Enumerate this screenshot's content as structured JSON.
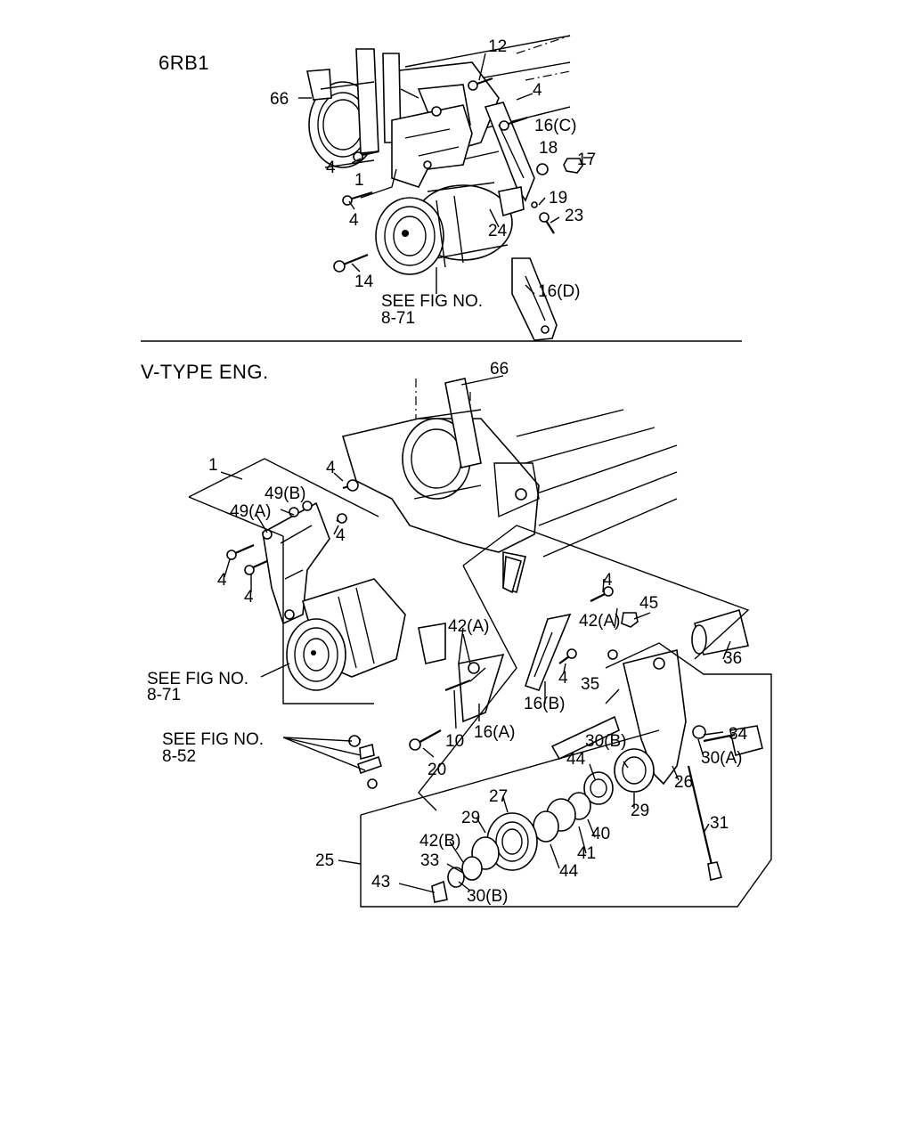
{
  "sections": {
    "top_title": "6RB1",
    "bottom_title": "V-TYPE ENG."
  },
  "top_labels": {
    "l66": "66",
    "l12": "12",
    "l4a": "4",
    "l16c": "16(C)",
    "l18": "18",
    "l17": "17",
    "l4b": "4",
    "l1": "1",
    "l4c": "4",
    "l19": "19",
    "l23": "23",
    "l24": "24",
    "l14": "14",
    "l16d": "16(D)",
    "see1": "SEE FIG NO.",
    "see1n": "8-71"
  },
  "bottom_labels": {
    "l66": "66",
    "l1": "1",
    "l4a": "4",
    "l49b": "49(B)",
    "l49a": "49(A)",
    "l4b": "4",
    "l4c": "4",
    "l4d": "4",
    "l4e": "4",
    "l42a1": "42(A)",
    "l45": "45",
    "l42a2": "42(A)",
    "l36": "36",
    "l4f": "4",
    "l16b": "16(B)",
    "l35": "35",
    "see2": "SEE FIG NO.",
    "see2n": "8-71",
    "l16a": "16(A)",
    "l10": "10",
    "l34": "34",
    "see3": "SEE FIG NO.",
    "see3n": "8-52",
    "l30b1": "30(B)",
    "l30a": "30(A)",
    "l20": "20",
    "l44a": "44",
    "l26": "26",
    "l29a": "29",
    "l27": "27",
    "l29b": "29",
    "l40": "40",
    "l31": "31",
    "l42b": "42(B)",
    "l41": "41",
    "l25": "25",
    "l33": "33",
    "l44b": "44",
    "l43": "43",
    "l30b2": "30(B)"
  }
}
